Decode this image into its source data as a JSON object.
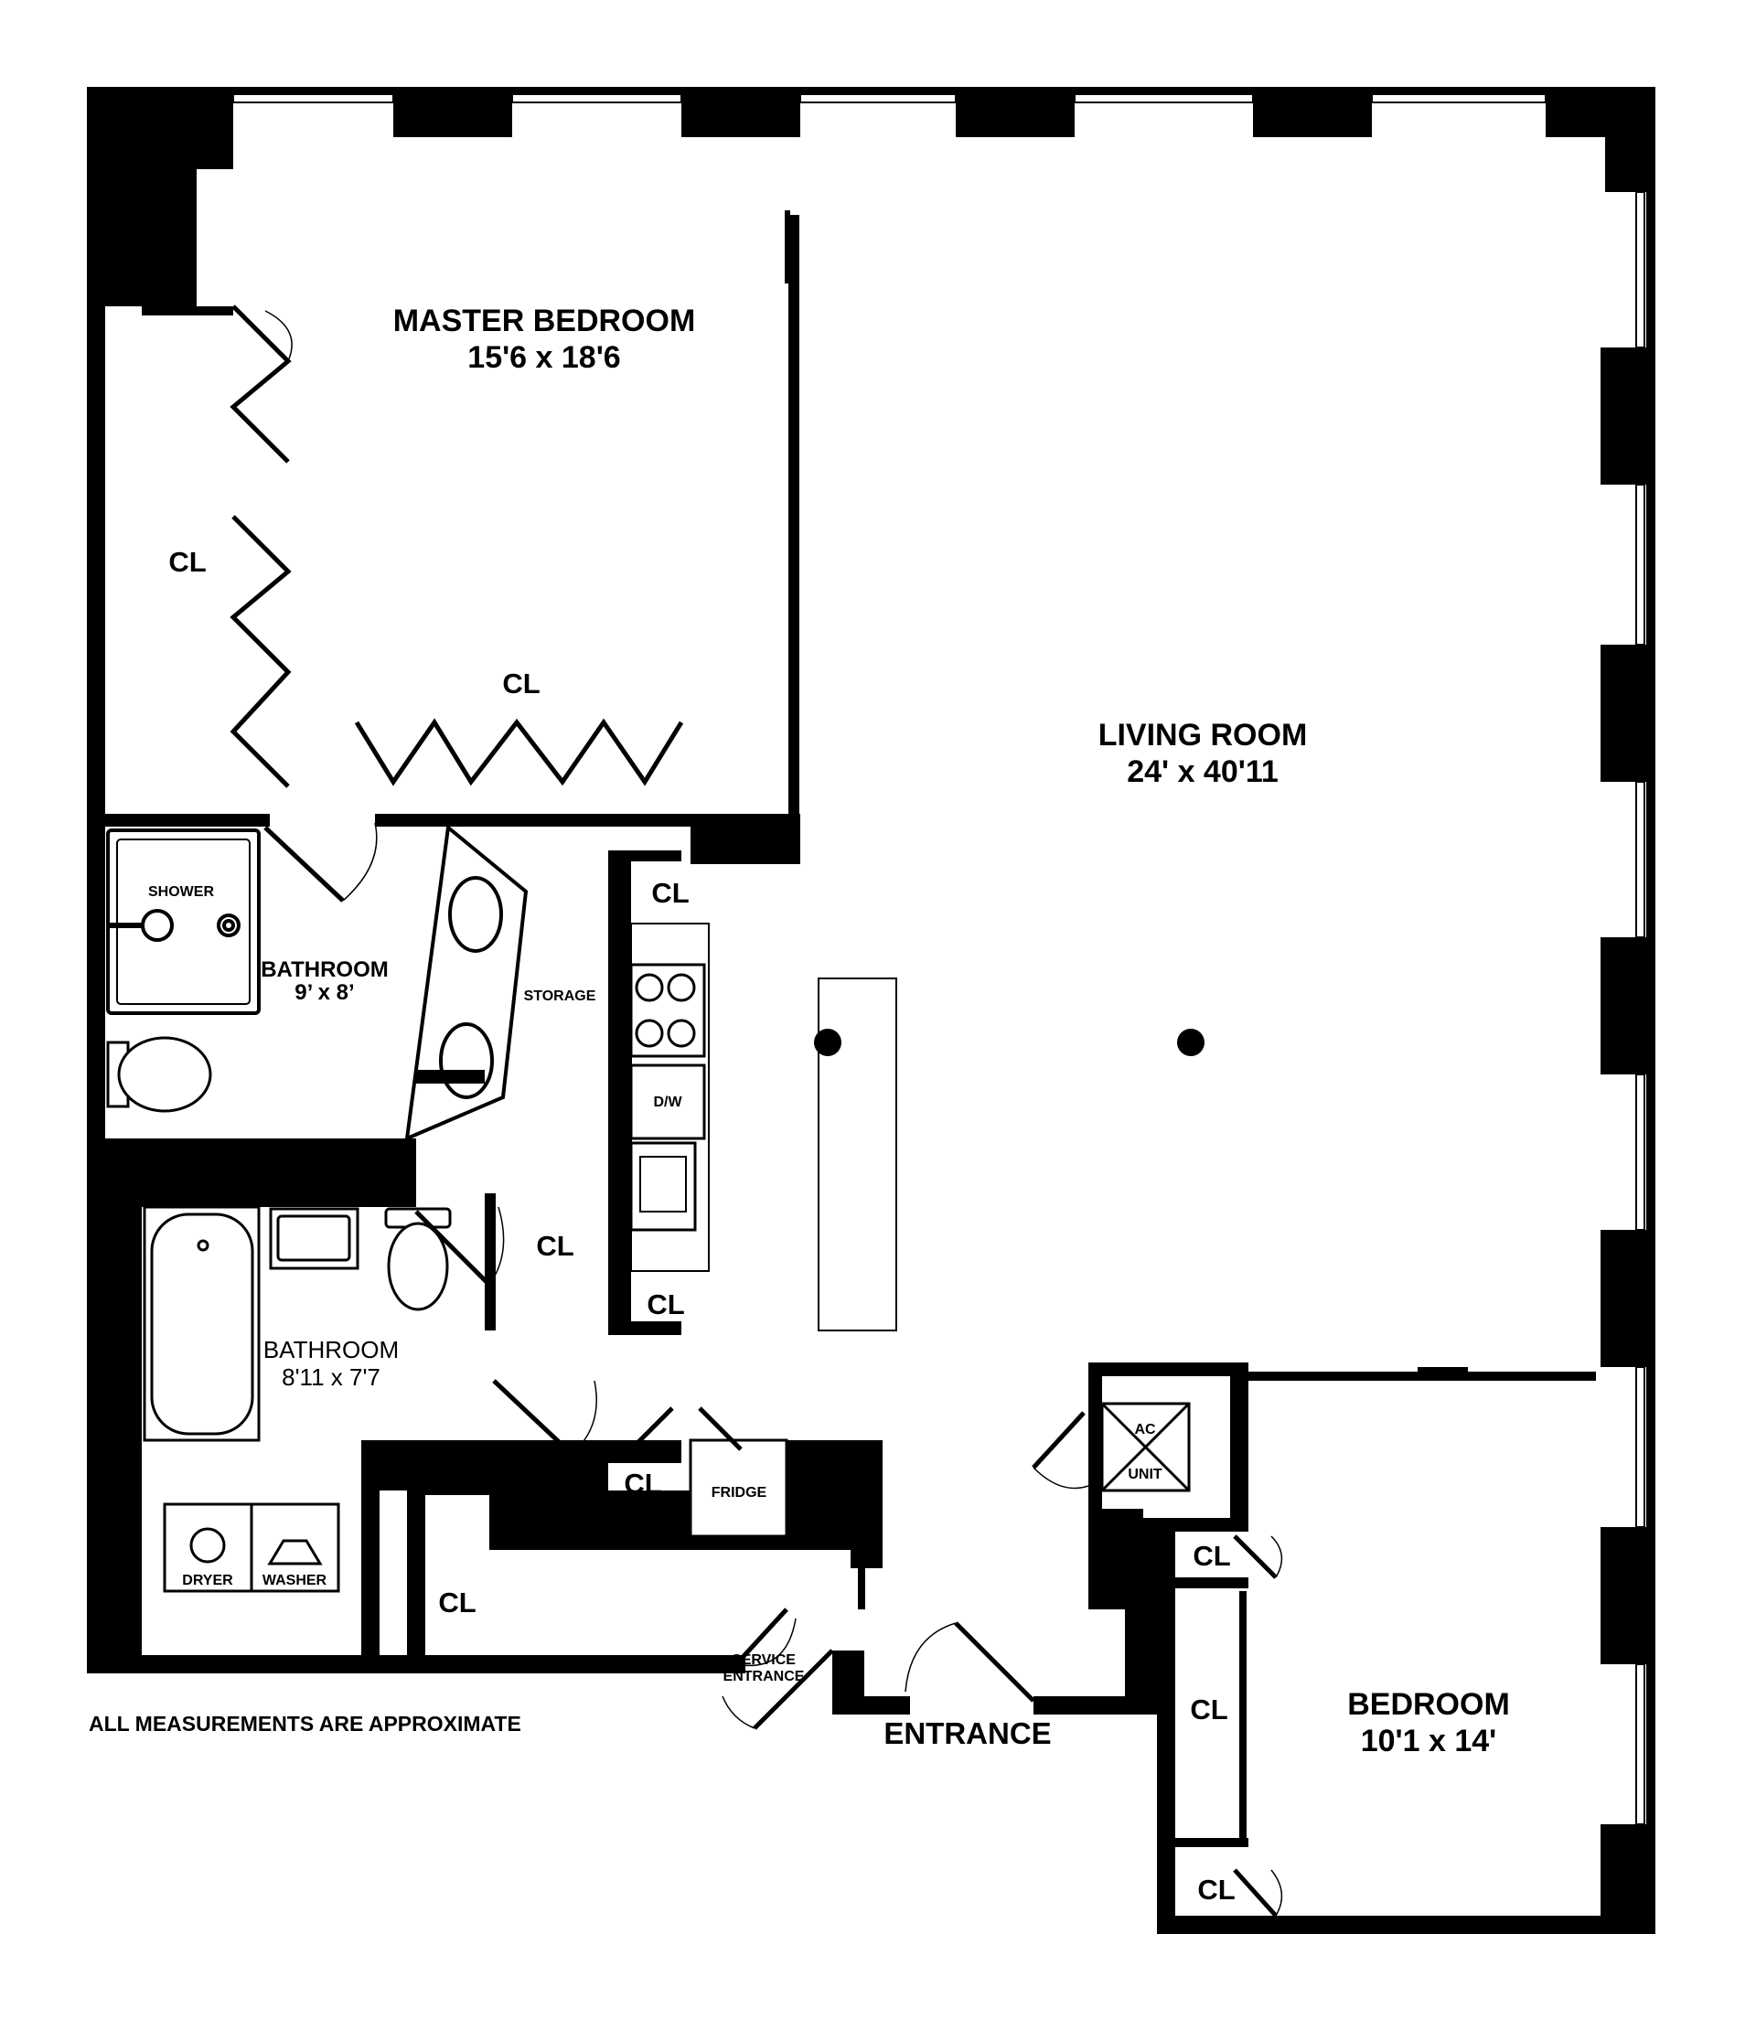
{
  "rooms": {
    "master_bedroom": {
      "name": "MASTER BEDROOM",
      "size": "15'6 x 18'6"
    },
    "living_room": {
      "name": "LIVING ROOM",
      "size": "24' x 40'11"
    },
    "bathroom_1": {
      "name": "BATHROOM",
      "size": "9’ x 8’"
    },
    "bathroom_2": {
      "name": "BATHROOM",
      "size": "8'11 x 7'7"
    },
    "bedroom": {
      "name": "BEDROOM",
      "size": "10'1 x 14'"
    }
  },
  "closets": {
    "master_left": "CL",
    "master_center": "CL",
    "kitchen_top": "CL",
    "kitchen_bottom": "CL",
    "hall": "CL",
    "fridge_side": "CL",
    "service": "CL",
    "bedroom_top": "CL",
    "bedroom_mid": "CL",
    "bedroom_bottom": "CL"
  },
  "fixtures": {
    "shower": "SHOWER",
    "storage": "STORAGE",
    "dishwasher": "D/W",
    "fridge": "FRIDGE",
    "ac_line1": "AC",
    "ac_line2": "UNIT",
    "dryer": "DRYER",
    "washer": "WASHER"
  },
  "entrances": {
    "service_line1": "SERVICE",
    "service_line2": "ENTRANCE",
    "main": "ENTRANCE"
  },
  "note": "ALL MEASUREMENTS ARE APPROXIMATE"
}
